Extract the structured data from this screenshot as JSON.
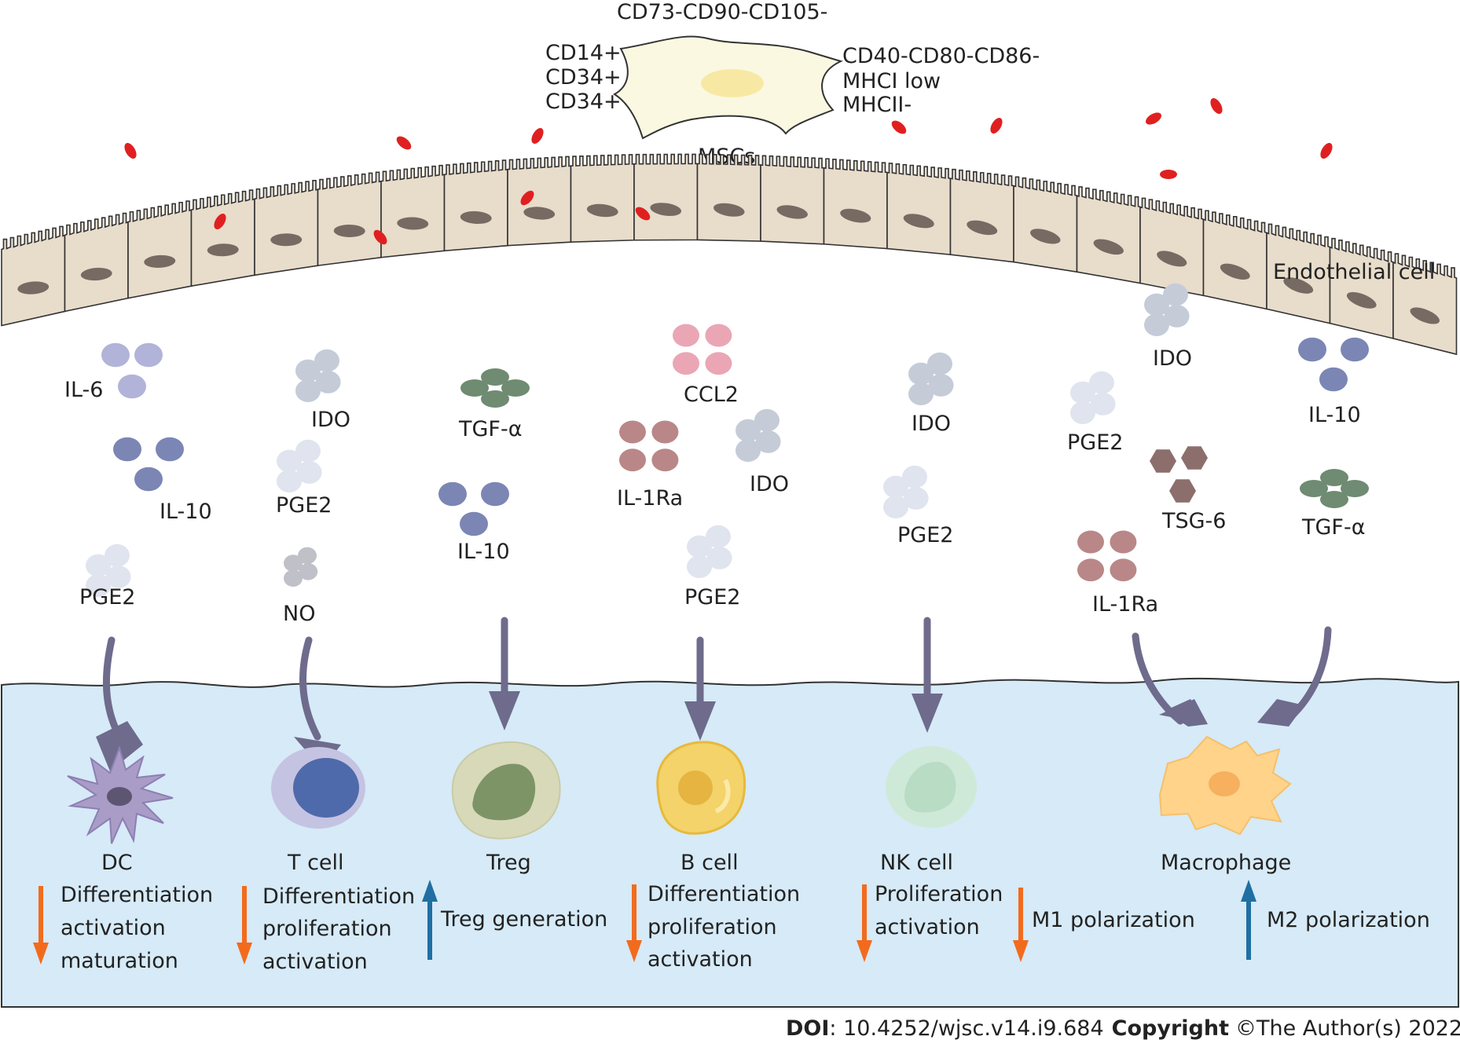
{
  "msc": {
    "top_marker": "CD73-CD90-CD105-",
    "left_markers": [
      "CD14+",
      "CD34+",
      "CD34+"
    ],
    "right_markers": [
      "CD40-CD80-CD86-",
      "MHCI low",
      "MHCII-"
    ],
    "label": "MSCs"
  },
  "endothelium": {
    "label": "Endothelial cell"
  },
  "cytokines": {
    "il6": "IL-6",
    "il10": "IL-10",
    "pge2": "PGE2",
    "ido": "IDO",
    "no": "NO",
    "tgf": "TGF-α",
    "ccl2": "CCL2",
    "il1ra": "IL-1Ra",
    "tsg6": "TSG-6"
  },
  "cells": {
    "dc": {
      "name": "DC",
      "effects": [
        "Differentiation",
        "activation",
        "maturation"
      ],
      "direction": "down"
    },
    "tcell": {
      "name": "T cell",
      "effects": [
        "Differentiation",
        "proliferation",
        "activation"
      ],
      "direction": "down"
    },
    "treg": {
      "name": "Treg",
      "effects": [
        "Treg generation"
      ],
      "direction": "up"
    },
    "bcell": {
      "name": "B cell",
      "effects": [
        "Differentiation",
        "proliferation",
        "activation"
      ],
      "direction": "down"
    },
    "nk": {
      "name": "NK cell",
      "effects": [
        "Proliferation",
        "activation"
      ],
      "direction": "down"
    },
    "macrophage": {
      "name": "Macrophage",
      "m1": "M1 polarization",
      "m2": "M2 polarization"
    }
  },
  "footer": {
    "doi_label": "DOI",
    "doi_value": ": 10.4252/wjsc.v14.i9.684",
    "copyright_label": "Copyright",
    "copyright_value": "©The Author(s) 2022."
  },
  "colors": {
    "down_arrow": "#f26b1d",
    "up_arrow": "#1f6fa3",
    "flow_arrow": "#6e6b8c",
    "tissue_fill": "#d6eaf7",
    "endothelium_fill": "#e8dccb",
    "nucleus": "#776a63",
    "rbc": "#e02020"
  }
}
